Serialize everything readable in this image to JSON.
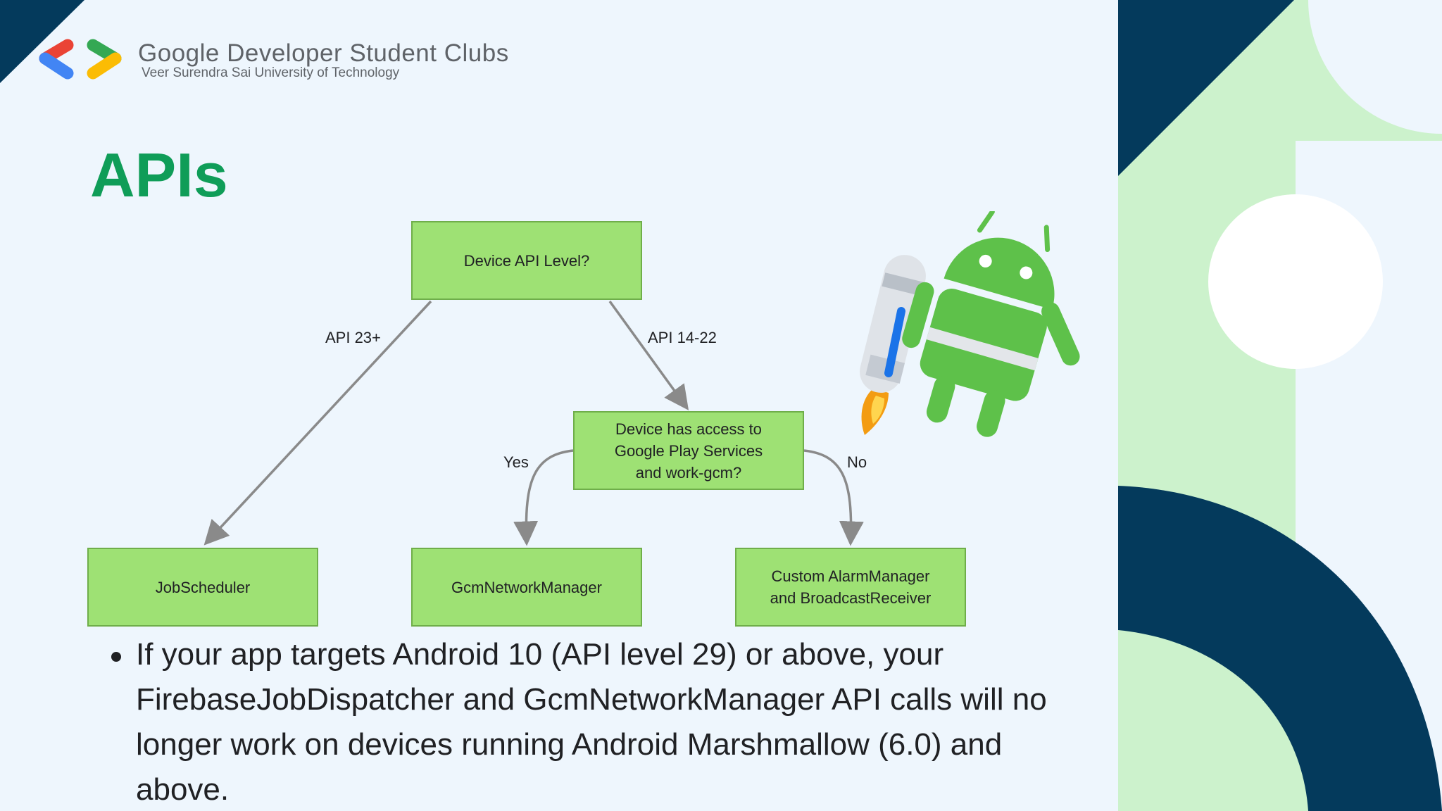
{
  "header": {
    "club_name": "Google Developer Student Clubs",
    "club_subtitle": "Veer Surendra Sai University of Technology"
  },
  "slide": {
    "title": "APIs"
  },
  "diagram": {
    "nodes": {
      "root": "Device API Level?",
      "play_check": "Device has access to\nGoogle Play Services\nand work-gcm?",
      "job_scheduler": "JobScheduler",
      "gcm_network_manager": "GcmNetworkManager",
      "custom_alarm": "Custom AlarmManager\nand BroadcastReceiver"
    },
    "edge_labels": {
      "api23": "API 23+",
      "api14": "API 14-22",
      "yes": "Yes",
      "no": "No"
    }
  },
  "bullets": [
    "If your app targets Android 10 (API level 29) or above, your FirebaseJobDispatcher and GcmNetworkManager API calls will no longer work on devices running Android Marshmallow (6.0) and above."
  ],
  "colors": {
    "title_green": "#0f9d58",
    "node_fill": "#9ee174",
    "navy": "#043a5c",
    "mint": "#ccf2cc",
    "android_green": "#5ec14a"
  }
}
